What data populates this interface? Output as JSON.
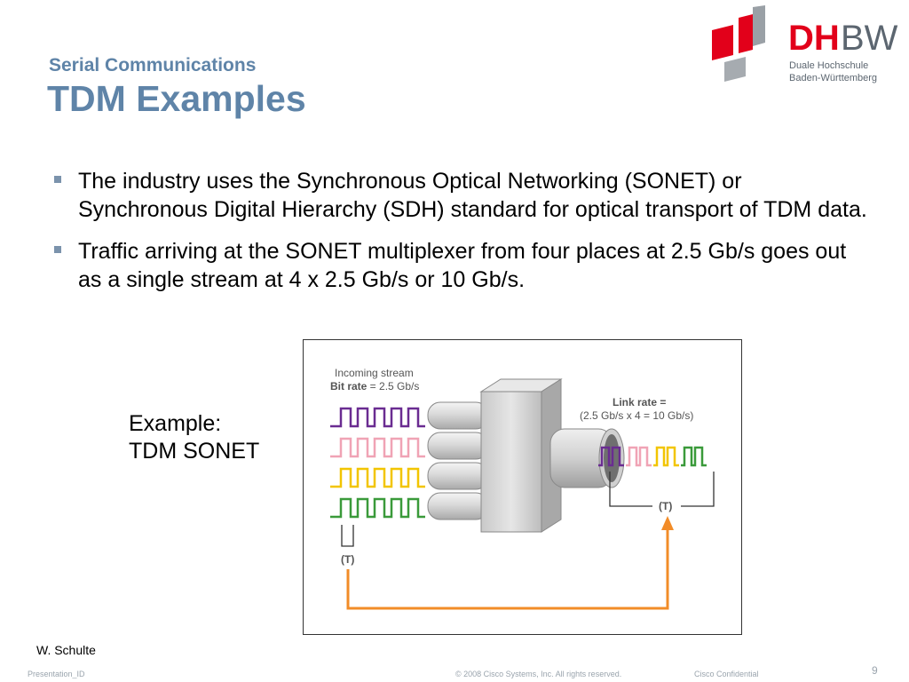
{
  "header": {
    "subtitle": "Serial Communications",
    "title": "TDM Examples"
  },
  "logo": {
    "brand_bold": "DH",
    "brand_light": "BW",
    "line1": "Duale Hochschule",
    "line2": "Baden-Württemberg",
    "colors": {
      "red": "#e2001a",
      "gray": "#5c6670"
    }
  },
  "bullets": [
    {
      "text": "The industry uses the Synchronous Optical Networking (SONET) or Synchronous Digital Hierarchy (SDH) standard for optical transport of TDM data."
    },
    {
      "text": "Traffic arriving at the SONET multiplexer from four places at 2.5 Gb/s goes out as a single stream at 4 x 2.5 Gb/s or 10 Gb/s."
    }
  ],
  "example": {
    "line1": "Example:",
    "line2": "TDM SONET"
  },
  "diagram": {
    "incoming_label": "Incoming stream",
    "bitrate_bold": "Bit rate",
    "bitrate_value": " = 2.5 Gb/s",
    "link_rate_label": "Link rate =",
    "link_rate_value": "(2.5 Gb/s x 4 = 10 Gb/s)",
    "t_left": "(T)",
    "t_right": "(T)",
    "stream_colors": [
      "#6a2c91",
      "#f0a3b5",
      "#f2c500",
      "#3a9a3a"
    ],
    "arrow_color": "#f28c28"
  },
  "footer": {
    "author": "W. Schulte",
    "presentation_id": "Presentation_ID",
    "copyright": "© 2008 Cisco Systems, Inc. All rights reserved.",
    "confidential": "Cisco Confidential",
    "page_number": "9"
  }
}
